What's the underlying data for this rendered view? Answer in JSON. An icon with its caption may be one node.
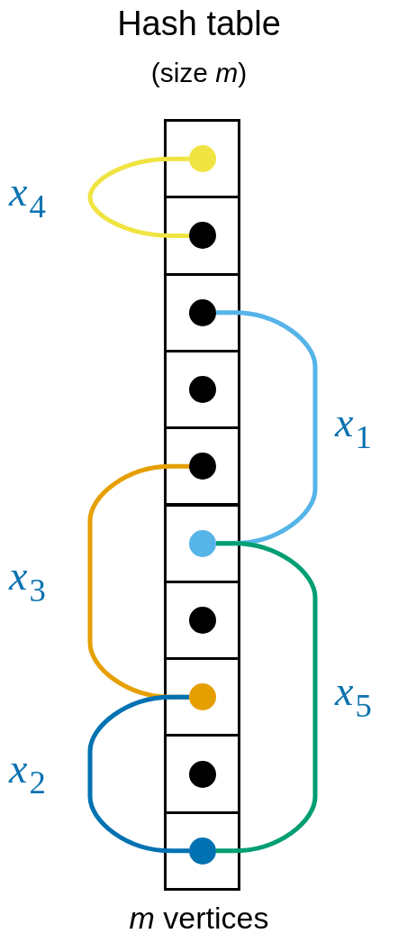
{
  "diagram": {
    "title": "Hash table",
    "nodes": [
      {
        "text": [],
        "shape": "box"
      },
      {
        "text": [],
        "shape": "box"
      },
      {
        "text": [],
        "shape": "box"
      },
      {
        "text": [],
        "shape": "box"
      },
      {
        "text": [],
        "shape": "box"
      },
      {
        "text": [],
        "shape": "box"
      },
      {
        "text": [],
        "shape": "box"
      },
      {
        "text": [],
        "shape": "box"
      },
      {
        "text": [],
        "shape": "box"
      },
      {
        "text": [],
        "shape": "box"
      },
      {
        "text": [],
        "shape": "circle",
        "in": 0
      },
      {
        "text": [],
        "shape": "circle",
        "in": 1
      },
      {
        "text": [],
        "shape": "circle",
        "in": 2
      },
      {
        "text": [],
        "shape": "circle",
        "in": 3
      },
      {
        "text": [],
        "shape": "circle",
        "in": 4
      },
      {
        "text": [],
        "shape": "circle",
        "in": 5
      },
      {
        "text": [],
        "shape": "circle",
        "in": 6
      },
      {
        "text": [],
        "shape": "circle",
        "in": 7
      },
      {
        "text": [],
        "shape": "circle",
        "in": 8
      },
      {
        "text": [],
        "shape": "circle",
        "in": 9
      }
    ],
    "edges": [
      {
        "from": 10,
        "to": 11,
        "arrow": "none",
        "label": "*x*$_{4}$",
        "color": "#f0e442"
      },
      {
        "from": 15,
        "to": 12,
        "arrow": "none",
        "label": "*x*$_{1}$",
        "color": "#56b4e9"
      },
      {
        "from": 17,
        "to": 14,
        "arrow": "none",
        "label": "*x*$_{3}$",
        "color": "#e69f00"
      },
      {
        "from": 15,
        "to": 19,
        "arrow": "none",
        "label": "*x*$_{5}$",
        "color": "#009e73"
      },
      {
        "from": 19,
        "to": 17,
        "arrow": "none",
        "label": "*x*$_{2}$",
        "color": "#0072b2"
      }
    ],
    "labels": [
      "(size *m*)",
      "*m* vertices"
    ]
  }
}
